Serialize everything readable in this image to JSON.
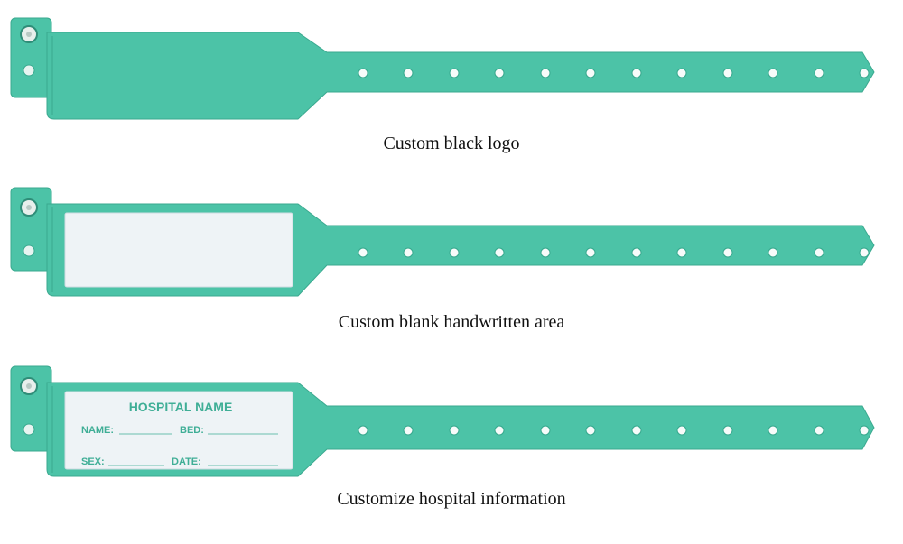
{
  "colors": {
    "band": "#4cc3a7",
    "band_dark": "#36a88d",
    "label": "#eef3f6",
    "label_text": "#3fae96",
    "caption": "#111111"
  },
  "products": [
    {
      "caption": "Custom black logo",
      "label": "none"
    },
    {
      "caption": "Custom blank handwritten area",
      "label": "blank"
    },
    {
      "caption": "Customize hospital information",
      "label": "printed",
      "label_content": {
        "title": "HOSPITAL NAME",
        "name": "NAME:",
        "bed": "BED:",
        "sex": "SEX:",
        "date": "DATE:"
      }
    }
  ]
}
